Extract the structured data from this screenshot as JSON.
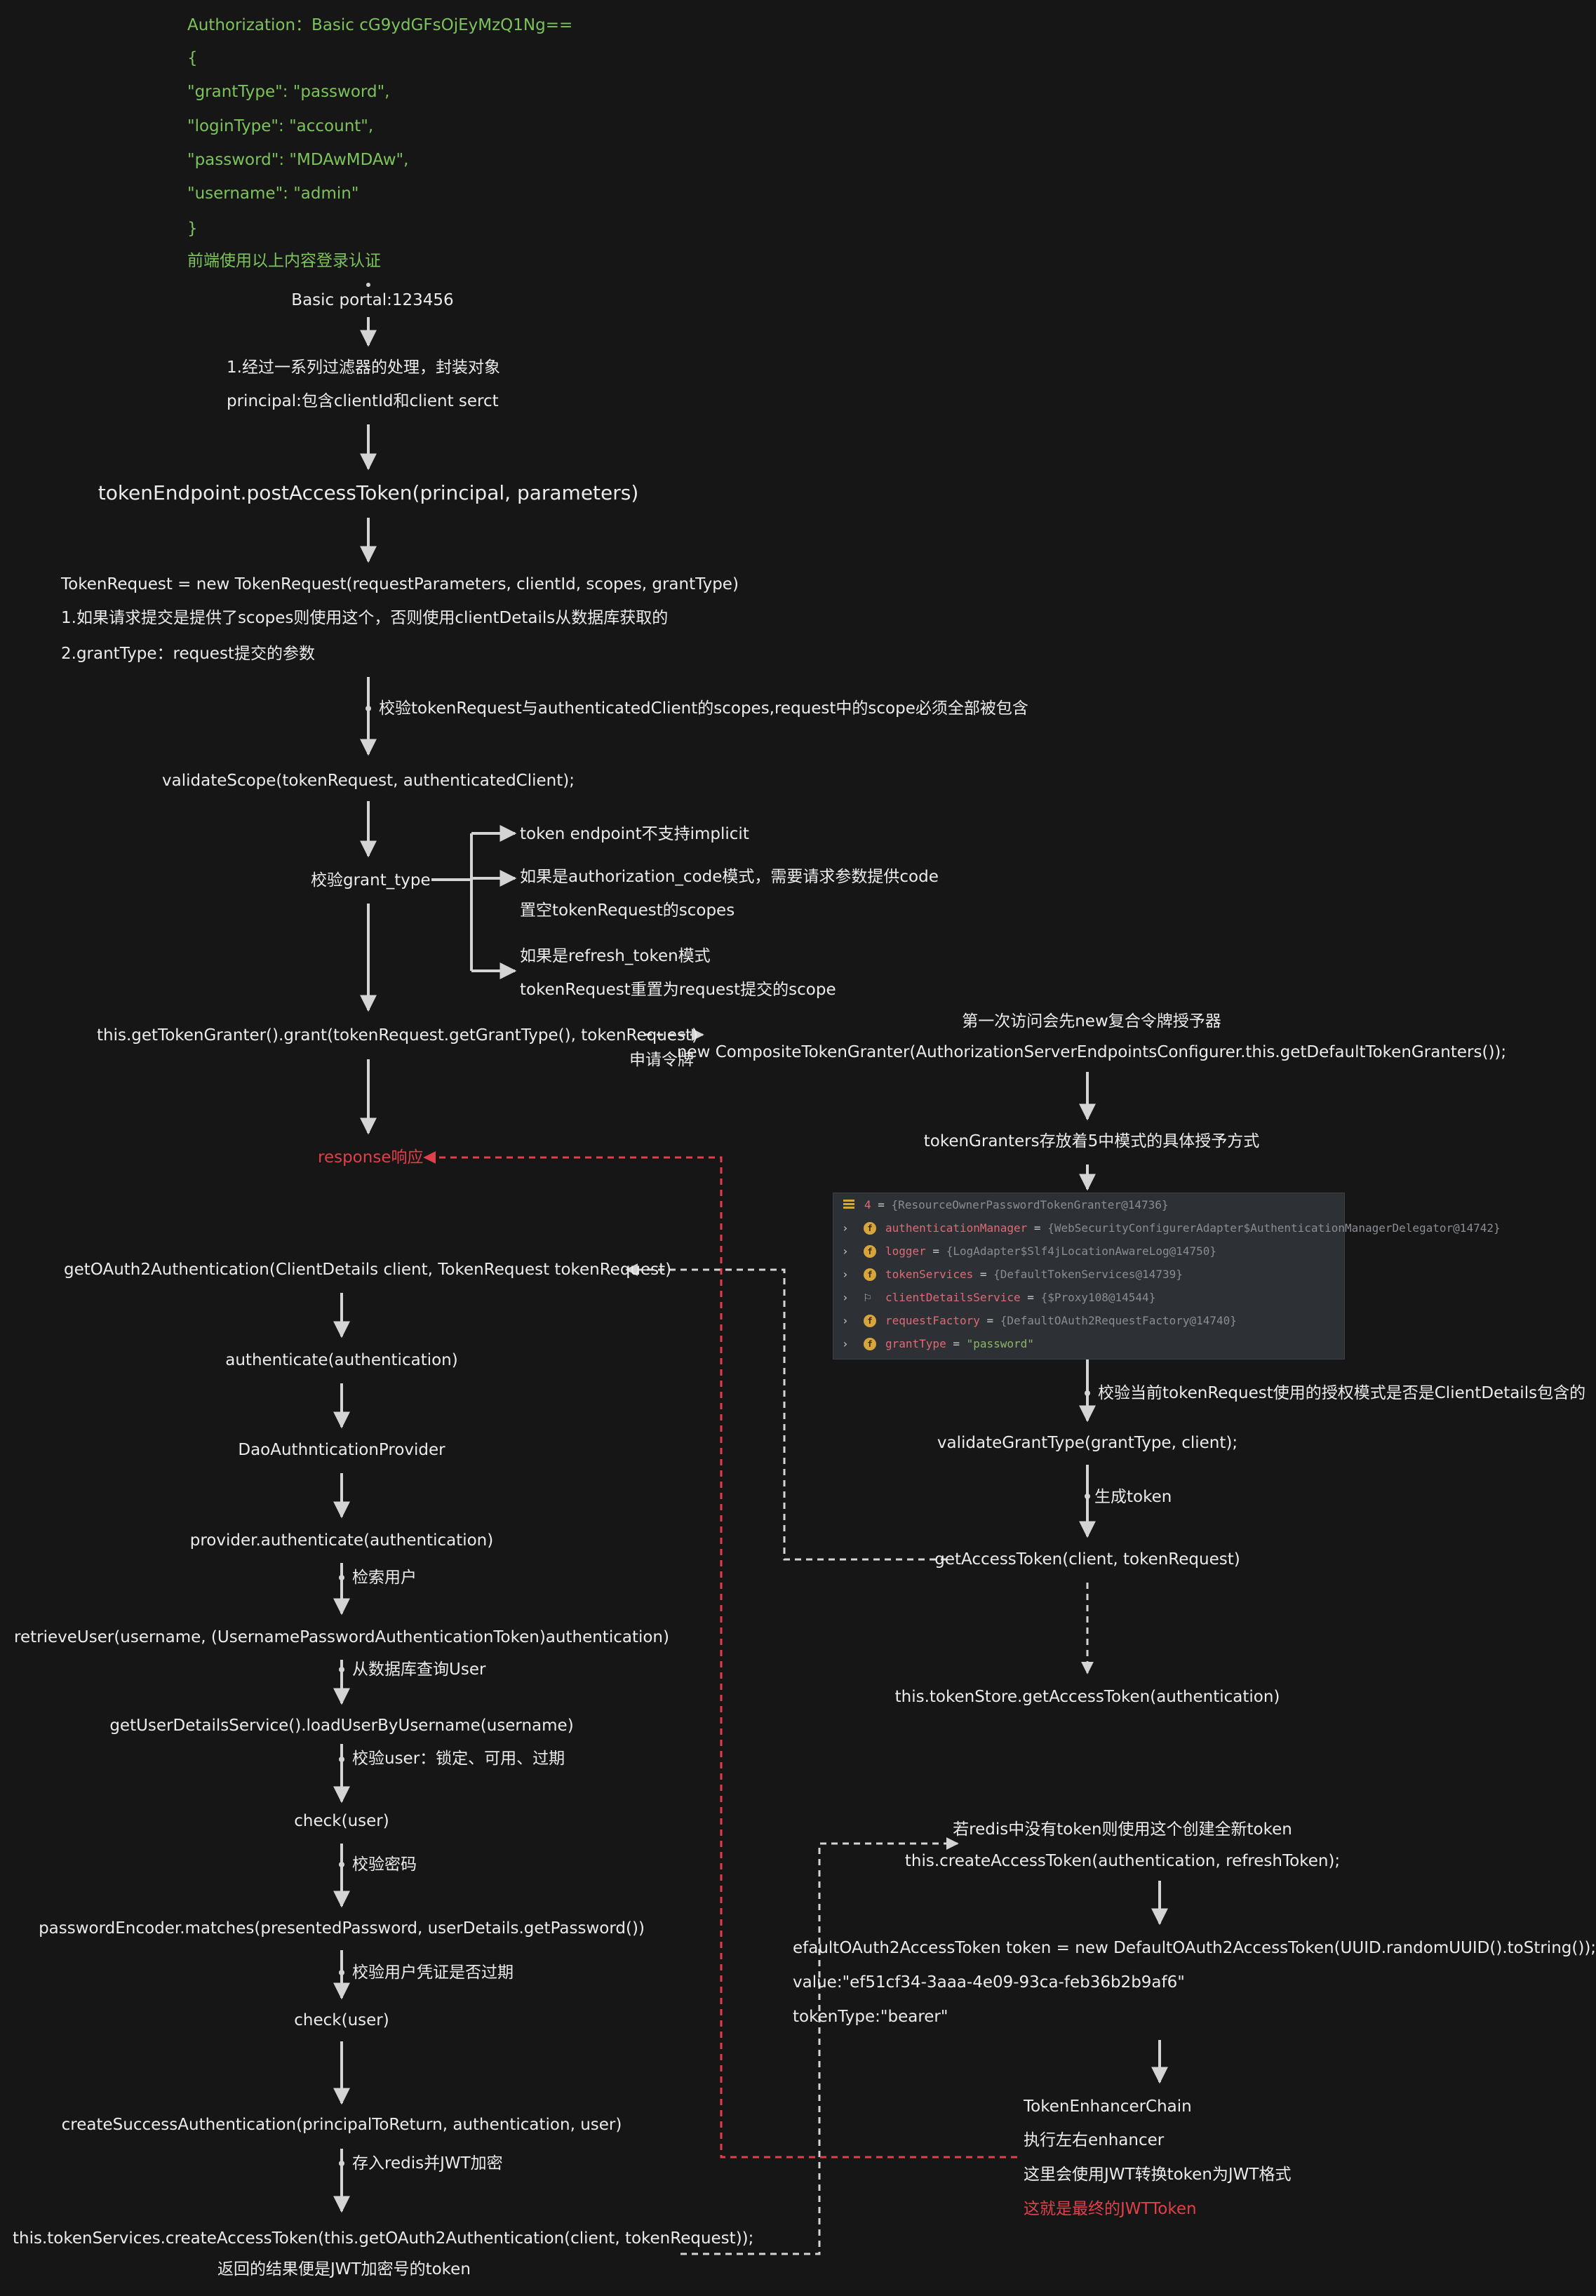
{
  "request": {
    "auth_header": "Authorization：Basic cG9ydGFsOjEyMzQ1Ng==",
    "open_brace": "{",
    "grant_type_line": " \"grantType\": \"password\",",
    "login_type_line": " \"loginType\": \"account\",",
    "password_line": " \"password\": \"MDAwMDAw\",",
    "username_line": " \"username\": \"admin\"",
    "close_brace": "}",
    "caption": "前端使用以上内容登录认证"
  },
  "nodes": {
    "basic_portal": "Basic portal:123456",
    "filter_line1": "1.经过一系列过滤器的处理，封装对象",
    "filter_line2": "principal:包含clientId和client serct",
    "post_access_token": "tokenEndpoint.postAccessToken(principal, parameters)",
    "token_request_line1": "TokenRequest = new TokenRequest(requestParameters, clientId, scopes, grantType)",
    "token_request_line2": "1.如果请求提交是提供了scopes则使用这个，否则使用clientDetails从数据库获取的",
    "token_request_line3": "2.grantType：request提交的参数",
    "scope_check_label": "校验tokenRequest与authenticatedClient的scopes,request中的scope必须全部被包含",
    "validate_scope": "validateScope(tokenRequest, authenticatedClient);",
    "grant_type_check": "校验grant_type",
    "branch_implicit": "token endpoint不支持implicit",
    "branch_code_line1": "如果是authorization_code模式，需要请求参数提供code",
    "branch_code_line2": "置空tokenRequest的scopes",
    "branch_refresh_line1": "如果是refresh_token模式",
    "branch_refresh_line2": "tokenRequest重置为request提交的scope",
    "grant_call": "this.getTokenGranter().grant(tokenRequest.getGrantType(), tokenRequest)",
    "apply_token_label": "申请令牌",
    "first_visit_label": "第一次访问会先new复合令牌授予器",
    "composite_granter": "new CompositeTokenGranter(AuthorizationServerEndpointsConfigurer.this.getDefaultTokenGranters());",
    "granters_desc": "tokenGranters存放着5中模式的具体授予方式",
    "response": "response响应",
    "get_oauth2_auth": "getOAuth2Authentication(ClientDetails client, TokenRequest tokenRequest)",
    "grant_type_validate_label": "校验当前tokenRequest使用的授权模式是否是ClientDetails包含的",
    "validate_grant_type": "validateGrantType(grantType, client);",
    "generate_token_label": "生成token",
    "get_access_token": "getAccessToken(client, tokenRequest)",
    "token_store_get": "this.tokenStore.getAccessToken(authentication)",
    "authenticate": "authenticate(authentication)",
    "dao_provider": "DaoAuthnticationProvider",
    "provider_authenticate": "provider.authenticate(authentication)",
    "retrieve_user_label": "检索用户",
    "retrieve_user": "retrieveUser(username, (UsernamePasswordAuthenticationToken)authentication)",
    "query_db_label": "从数据库查询User",
    "load_user": "getUserDetailsService().loadUserByUsername(username)",
    "check_user_label": "校验user：锁定、可用、过期",
    "check_user_1": "check(user)",
    "check_password_label": "校验密码",
    "password_matches": "passwordEncoder.matches(presentedPassword, userDetails.getPassword())",
    "credentials_expired_label": "校验用户凭证是否过期",
    "check_user_2": "check(user)",
    "create_success_auth": "createSuccessAuthentication(principalToReturn, authentication, user)",
    "store_redis_label": "存入redis并JWT加密",
    "create_access_token_call": "this.tokenServices.createAccessToken(this.getOAuth2Authentication(client, tokenRequest));",
    "result_caption": "返回的结果便是JWT加密号的token",
    "redis_none_label": "若redis中没有token则使用这个创建全新token",
    "create_access_token": "this.createAccessToken(authentication, refreshToken);",
    "default_token_line1": "efaultOAuth2AccessToken token = new DefaultOAuth2AccessToken(UUID.randomUUID().toString());",
    "default_token_line2": "value:\"ef51cf34-3aaa-4e09-93ca-feb36b2b9af6\"",
    "default_token_line3": "tokenType:\"bearer\"",
    "enhancer_line1": "TokenEnhancerChain",
    "enhancer_line2": "执行左右enhancer",
    "enhancer_line3": "这里会使用JWT转换token为JWT格式",
    "enhancer_line4": "这就是最终的JWTToken"
  },
  "debugger": {
    "header_index": "4",
    "header_value": "{ResourceOwnerPasswordTokenGranter@14736}",
    "fields": [
      {
        "key": "authenticationManager",
        "value": "{WebSecurityConfigurerAdapter$AuthenticationManagerDelegator@14742}",
        "icon": "field-icon"
      },
      {
        "key": "logger",
        "value": "{LogAdapter$Slf4jLocationAwareLog@14750}",
        "icon": "field-icon"
      },
      {
        "key": "tokenServices",
        "value": "{DefaultTokenServices@14739}",
        "icon": "field-icon"
      },
      {
        "key": "clientDetailsService",
        "value": "{$Proxy108@14544}",
        "icon": "flag-icon"
      },
      {
        "key": "requestFactory",
        "value": "{DefaultOAuth2RequestFactory@14740}",
        "icon": "field-icon"
      },
      {
        "key": "grantType",
        "value": "\"password\"",
        "icon": "field-icon"
      }
    ]
  },
  "colors": {
    "background": "#161616",
    "text": "#ececec",
    "json_green": "#7cc35a",
    "highlight_red": "#e0404a",
    "arrow": "#d4d4d4"
  }
}
